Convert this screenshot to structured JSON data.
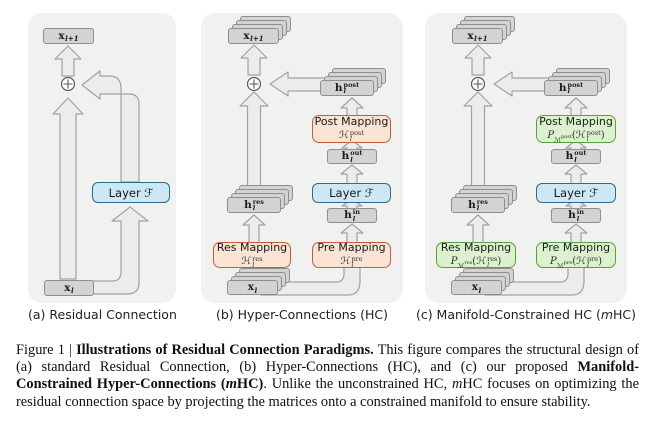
{
  "colors": {
    "panel_bg": "#f1f1ef",
    "gray_fill": "#d3d3d3",
    "gray_border": "#8f8f8f",
    "blue_fill": "#cde7f4",
    "blue_border": "#2e6b85",
    "orange_fill": "#fbe4d4",
    "orange_border": "#c05f38",
    "green_fill": "#dcf2cf",
    "green_border": "#56a23c",
    "arrow_fill": "#ececec",
    "arrow_stroke": "#a2a2a2"
  },
  "panel_a": {
    "caption": "(a) Residual Connection",
    "x_out": {
      "base": "x",
      "sub": "l+1"
    },
    "layer_label": "Layer ℱ",
    "x_in": {
      "base": "x",
      "sub": "l"
    }
  },
  "panel_b": {
    "caption": "(b) Hyper-Connections (HC)",
    "x_out": {
      "base": "x",
      "sub": "l+1"
    },
    "h_post": {
      "base": "h",
      "sub": "l",
      "sup": "post"
    },
    "post_mapping": {
      "title": "Post Mapping",
      "formula": {
        "base": "ℋ",
        "sub": "l",
        "sup": "post"
      }
    },
    "h_out": {
      "base": "h",
      "sub": "l",
      "sup": "out"
    },
    "layer_label": "Layer ℱ",
    "h_in": {
      "base": "h",
      "sub": "l",
      "sup": "in"
    },
    "pre_mapping": {
      "title": "Pre Mapping",
      "formula": {
        "base": "ℋ",
        "sub": "l",
        "sup": "pre"
      }
    },
    "h_res": {
      "base": "h",
      "sub": "l",
      "sup": "res"
    },
    "res_mapping": {
      "title": "Res Mapping",
      "formula": {
        "base": "ℋ",
        "sub": "l",
        "sup": "res"
      }
    },
    "x_in": {
      "base": "x",
      "sub": "l"
    }
  },
  "panel_c": {
    "caption": {
      "pre": "(c) Manifold-Constrained HC (",
      "m": "m",
      "post": "HC)"
    },
    "x_out": {
      "base": "x",
      "sub": "l+1"
    },
    "h_post": {
      "base": "h",
      "sub": "l",
      "sup": "post"
    },
    "post_mapping": {
      "title": "Post Mapping",
      "formula": {
        "p": "P",
        "m": "ℳ",
        "m_sup": "post",
        "arg": "(ℋ",
        "arg_sup": "post",
        "arg_sub": "l",
        "close": ")"
      }
    },
    "h_out": {
      "base": "h",
      "sub": "l",
      "sup": "out"
    },
    "layer_label": "Layer ℱ",
    "h_in": {
      "base": "h",
      "sub": "l",
      "sup": "in"
    },
    "pre_mapping": {
      "title": "Pre Mapping",
      "formula": {
        "p": "P",
        "m": "ℳ",
        "m_sup": "pre",
        "arg": "(ℋ",
        "arg_sup": "pre",
        "arg_sub": "l",
        "close": ")"
      }
    },
    "h_res": {
      "base": "h",
      "sub": "l",
      "sup": "res"
    },
    "res_mapping": {
      "title": "Res Mapping",
      "formula": {
        "p": "P",
        "m": "ℳ",
        "m_sup": "res",
        "arg": "(ℋ",
        "arg_sup": "res",
        "arg_sub": "l",
        "close": ")"
      }
    },
    "x_in": {
      "base": "x",
      "sub": "l"
    }
  },
  "figure_caption": {
    "s1": "Figure 1 | ",
    "b1": "Illustrations of Residual Connection Paradigms.",
    "s2": " This figure compares the structural design of (a) standard Residual Connection, (b) Hyper-Connections (HC), and (c) our proposed ",
    "b2": "Manifold-Constrained Hyper-Connections (",
    "b2_italic": "m",
    "b2_end": "HC)",
    "s3": ". Unlike the unconstrained HC, ",
    "s3_italic": "m",
    "s4": "HC focuses on optimizing the residual connection space by projecting the matrices onto a constrained manifold to ensure stability."
  }
}
